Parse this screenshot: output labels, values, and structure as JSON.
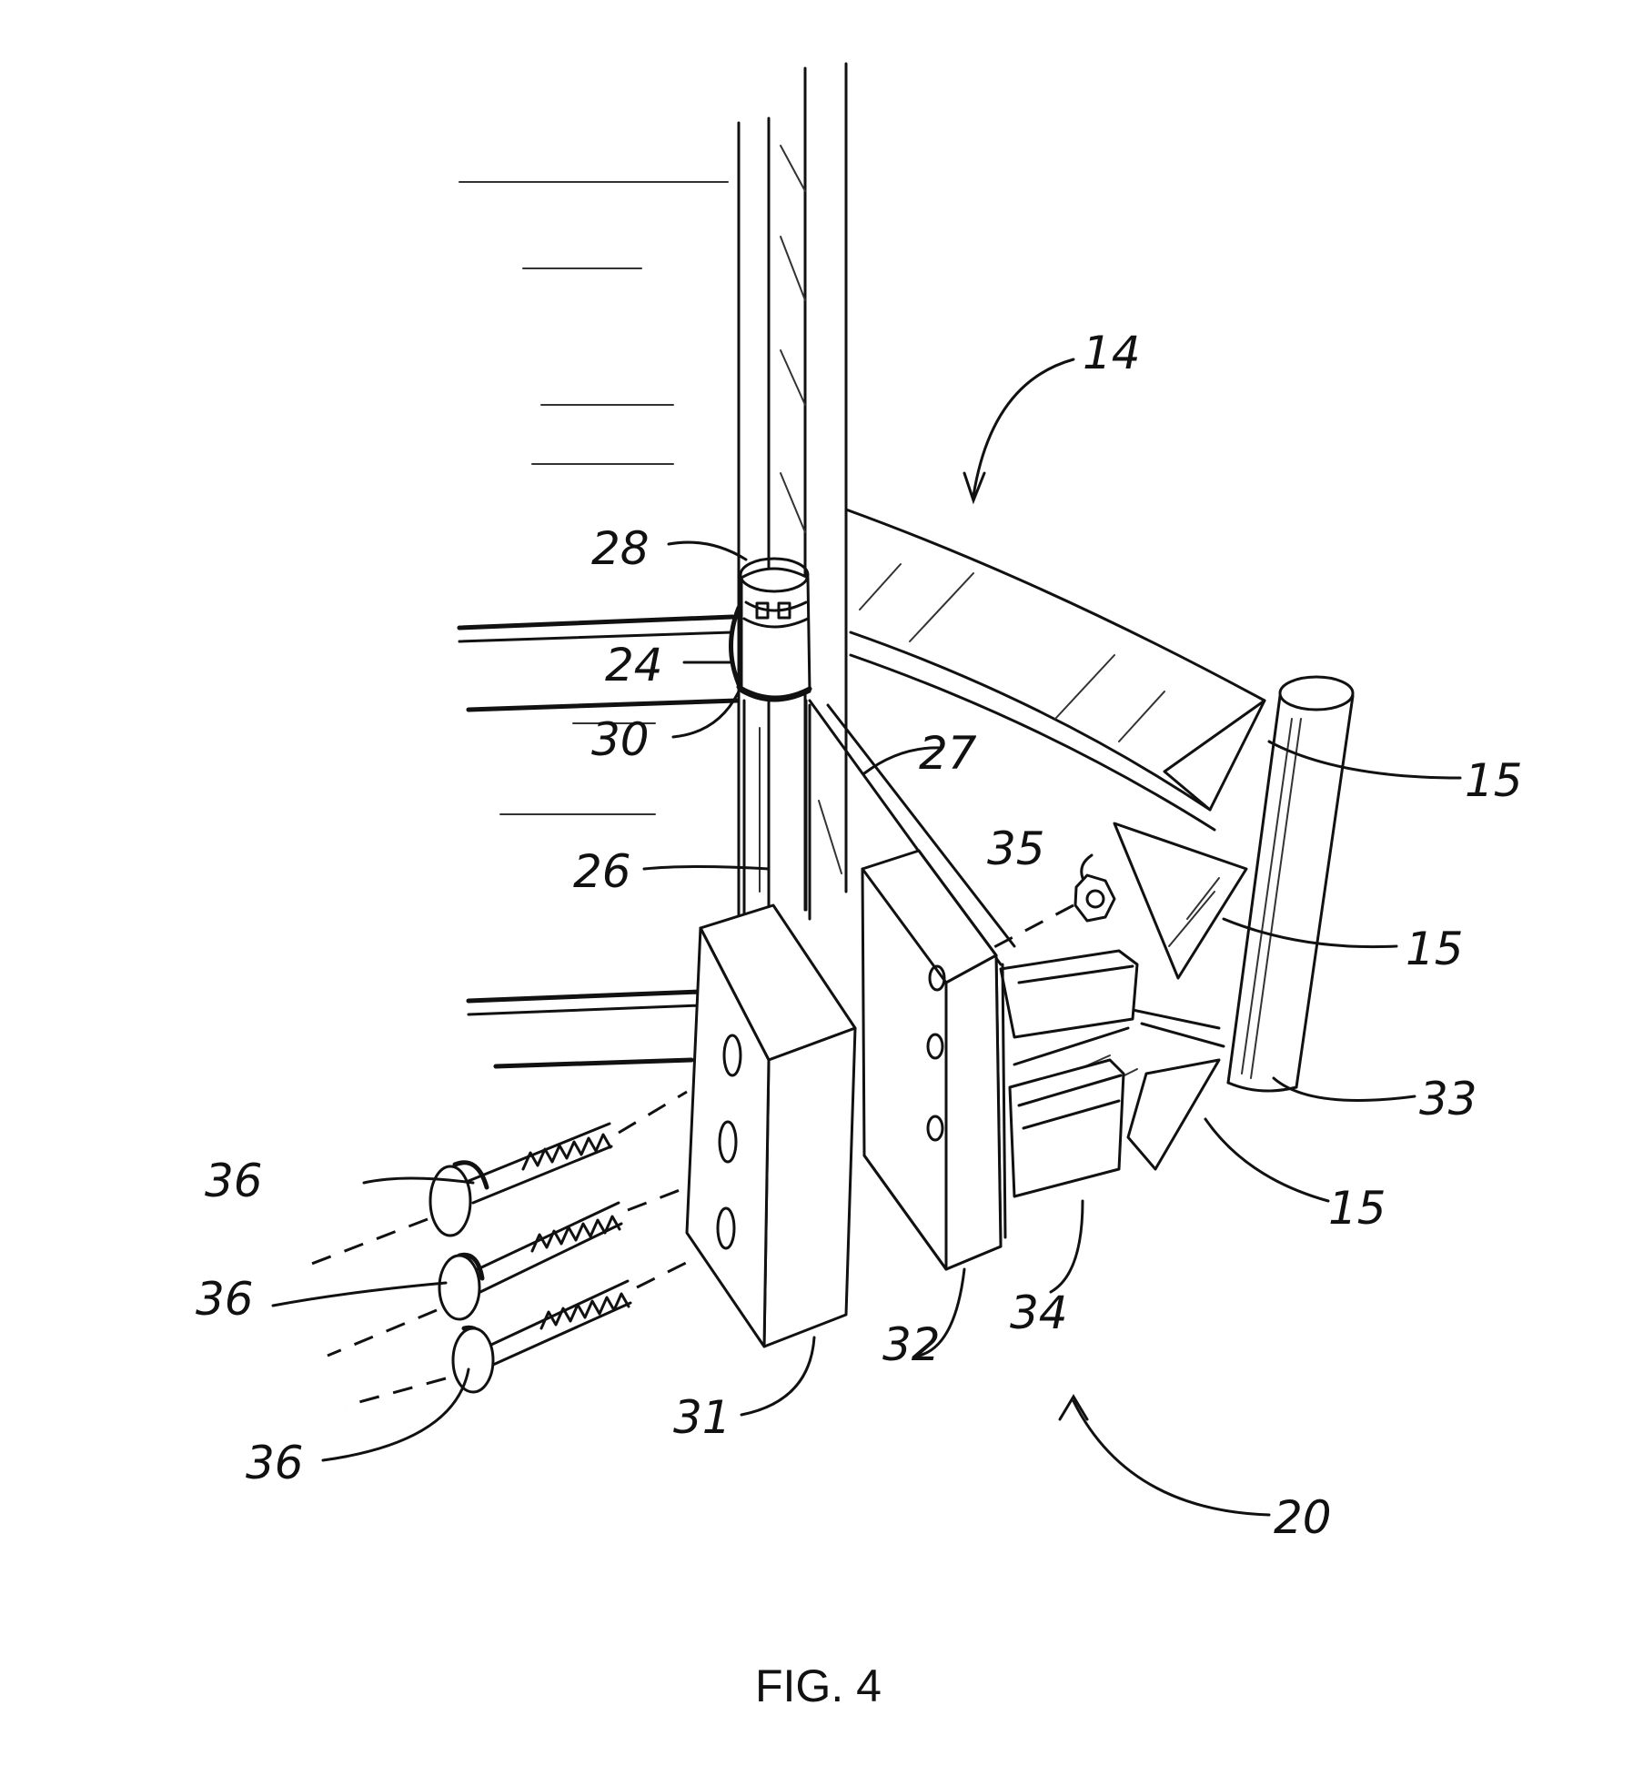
{
  "figure": {
    "caption": "FIG. 4",
    "labels": {
      "l14": "14",
      "l28": "28",
      "l24": "24",
      "l30": "30",
      "l27": "27",
      "l26": "26",
      "l35": "35",
      "l15a": "15",
      "l15b": "15",
      "l15c": "15",
      "l33": "33",
      "l36a": "36",
      "l36b": "36",
      "l36c": "36",
      "l31": "31",
      "l32": "32",
      "l34": "34",
      "l20": "20"
    }
  }
}
